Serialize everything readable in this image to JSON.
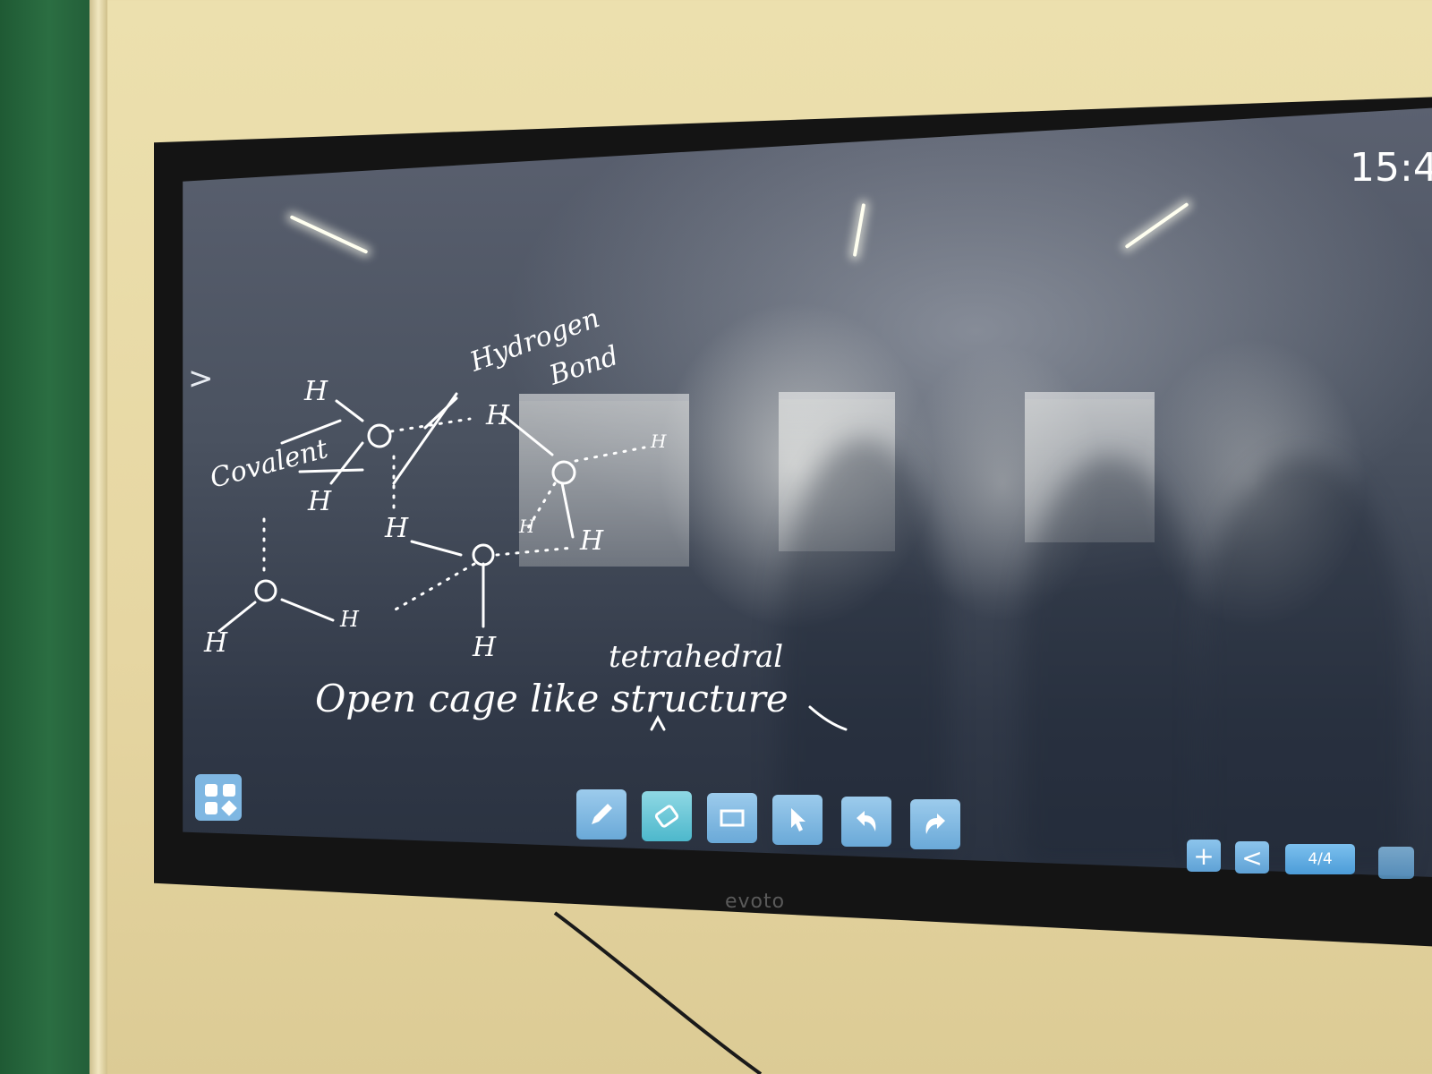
{
  "status": {
    "clock": "15:4"
  },
  "whiteboard": {
    "label_hydrogen": "Hydrogen",
    "label_bond": "Bond",
    "label_covalent": "Covalent",
    "label_tetrahedral": "tetrahedral",
    "caption": "Open cage like structure",
    "caret": "^",
    "atom_oxygen": "O",
    "atom_hydrogen": "H"
  },
  "toolbar": {
    "icons": [
      "pen-icon",
      "eraser-icon",
      "rectangle-icon",
      "pointer-icon",
      "undo-icon",
      "redo-icon"
    ],
    "active_tool": "eraser-icon"
  },
  "pager": {
    "add_label": "+",
    "prev_label": "<",
    "page_indicator": "4/4"
  },
  "device": {
    "brand": "evoto"
  },
  "colors": {
    "accent": "#6aa9d8",
    "ink": "#ffffff",
    "screen": "#3a4252"
  }
}
